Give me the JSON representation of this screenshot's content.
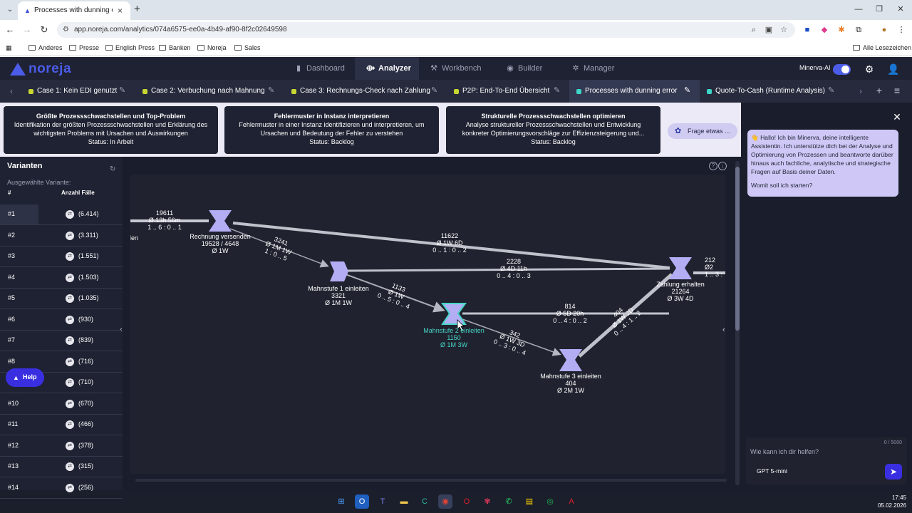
{
  "browser": {
    "tab_title": "Processes with dunning error",
    "url": "app.noreja.com/analytics/074a6575-ee0a-4b49-af90-8f2c02649598",
    "bookmarks": [
      "Anderes",
      "Presse",
      "English Press",
      "Banken",
      "Noreja",
      "Sales"
    ],
    "all_bookmarks": "Alle Lesezeichen"
  },
  "app": {
    "logo": "noreja",
    "nav": [
      "Dashboard",
      "Analyzer",
      "Workbench",
      "Builder",
      "Manager"
    ],
    "minerva_label": "Minerva-AI"
  },
  "analysis_tabs": [
    {
      "label": "Case 1: Kein EDI genutzt",
      "color": "#c8d630"
    },
    {
      "label": "Case 2: Verbuchung nach Mahnung",
      "color": "#c8d630"
    },
    {
      "label": "Case 3: Rechnungs-Check nach Zahlung",
      "color": "#c8d630"
    },
    {
      "label": "P2P: End-To-End Übersicht",
      "color": "#c8d630"
    },
    {
      "label": "Processes with dunning error",
      "color": "#3dd6c8"
    },
    {
      "label": "Quote-To-Cash (Runtime Analysis)",
      "color": "#3dd6c8"
    }
  ],
  "cards": [
    {
      "title": "Größte Prozessschwachstellen und Top-Problem",
      "desc": "Identifikation der größten Prozessschwachstellen und Erklärung des wichtigsten Problems mit Ursachen und Auswirkungen",
      "status": "Status: In Arbeit"
    },
    {
      "title": "Fehlermuster in Instanz interpretieren",
      "desc": "Fehlermuster in einer Instanz identifizieren und interpretieren, um Ursachen und Bedeutung der Fehler zu verstehen",
      "status": "Status: Backlog"
    },
    {
      "title": "Strukturelle Prozessschwachstellen optimieren",
      "desc": "Analyse struktureller Prozessschwachstellen und Entwicklung konkreter Optimierungsvorschläge zur Effizienzsteigerung und...",
      "status": "Status: Backlog"
    }
  ],
  "frage_button": "Frage etwas ...",
  "variants": {
    "title": "Varianten",
    "selected_label": "Ausgewählte Variante:",
    "col_num": "#",
    "col_count": "Anzahl Fälle",
    "rows": [
      {
        "num": "#1",
        "count": "(6.414)"
      },
      {
        "num": "#2",
        "count": "(3.311)"
      },
      {
        "num": "#3",
        "count": "(1.551)"
      },
      {
        "num": "#4",
        "count": "(1.503)"
      },
      {
        "num": "#5",
        "count": "(1.035)"
      },
      {
        "num": "#6",
        "count": "(930)"
      },
      {
        "num": "#7",
        "count": "(839)"
      },
      {
        "num": "#8",
        "count": "(716)"
      },
      {
        "num": "#9",
        "count": "(710)"
      },
      {
        "num": "#10",
        "count": "(670)"
      },
      {
        "num": "#11",
        "count": "(466)"
      },
      {
        "num": "#12",
        "count": "(378)"
      },
      {
        "num": "#13",
        "count": "(315)"
      },
      {
        "num": "#14",
        "count": "(256)"
      }
    ],
    "help": "Help"
  },
  "process_graph": {
    "partial_left_label": "llen",
    "partial_left_edge": [
      "19611",
      "Ø 13h 56m",
      "1 .. 6 : 0 .. 1"
    ],
    "nodes": [
      {
        "label": "Rechnung versenden",
        "stats": [
          "19528 / 4648",
          "Ø 1W"
        ]
      },
      {
        "label": "Mahnstufe 1 einleiten",
        "stats": [
          "3321",
          "Ø 1M 1W"
        ]
      },
      {
        "label": "Mahnstufe 2 einleiten",
        "stats": [
          "1150",
          "Ø 1M 3W"
        ]
      },
      {
        "label": "Mahnstufe 3 einleiten",
        "stats": [
          "404",
          "Ø 2M 1W"
        ]
      },
      {
        "label": "Zahlung erhalten",
        "stats": [
          "21264",
          "Ø 3W 4D"
        ]
      }
    ],
    "edges": [
      {
        "lines": [
          "11622",
          "Ø 1W 6D",
          "0 .. 1 : 0 .. 2"
        ]
      },
      {
        "lines": [
          "3241",
          "Ø 1M 1W",
          "1 : 0 .. 5"
        ]
      },
      {
        "lines": [
          "2228",
          "Ø 4D 11h",
          "0 .. 4 : 0 .. 3"
        ]
      },
      {
        "lines": [
          "1133",
          "Ø 1W",
          "0 .. 5 : 0 .. 4"
        ]
      },
      {
        "lines": [
          "814",
          "Ø 5D 20h",
          "0 .. 4 : 0 .. 2"
        ]
      },
      {
        "lines": [
          "342",
          "Ø 1W 3D",
          "0 .. 3 : 0 .. 4"
        ]
      },
      {
        "lines": [
          "404",
          "Ø 1W 2D",
          "0 .. 4 : 1 .. 2"
        ]
      }
    ],
    "partial_right_edge": [
      "212",
      "Ø2",
      "1 .. 3 :"
    ]
  },
  "chat": {
    "message": "👋 Hallo! Ich bin Minerva, deine intelligente Assistentin. Ich unterstütze dich bei der Analyse und Optimierung von Prozessen und beantworte darüber hinaus auch fachliche, analytische und strategische Fragen auf Basis deiner Daten.",
    "question": "Womit soll ich starten?",
    "counter": "0 / 5000",
    "placeholder": "Wie kann ich dir helfen?",
    "model": "GPT 5-mini"
  },
  "taskbar": {
    "time": "17:45",
    "date": "05.02.2026"
  }
}
